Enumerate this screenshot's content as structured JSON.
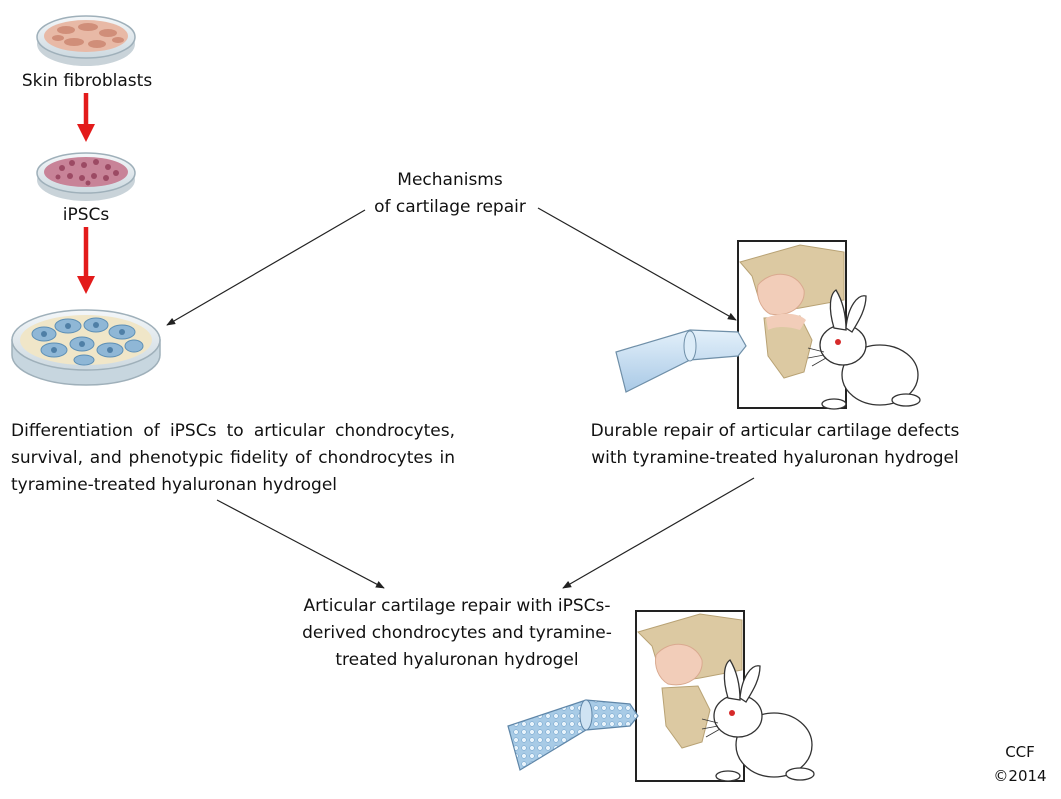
{
  "labels": {
    "skin_fibroblasts": "Skin fibroblasts",
    "ipscs": "iPSCs",
    "mechanisms_line1": "Mechanisms",
    "mechanisms_line2": "of cartilage repair",
    "differentiation_line1": "Differentiation of iPSCs to articular chondrocytes,",
    "differentiation_line2": "survival, and phenotypic fidelity of chondrocytes in",
    "differentiation_line3": "tyramine-treated hyaluronan hydrogel",
    "durable_line1": "Durable repair of articular cartilage defects",
    "durable_line2": "with tyramine-treated hyaluronan hydrogel",
    "result_line1": "Articular cartilage repair with iPSCs-",
    "result_line2": "derived chondrocytes and tyramine-",
    "result_line3": "treated hyaluronan hydrogel",
    "credit_line1": "CCF",
    "credit_line2": "©2014"
  },
  "colors": {
    "flow_arrow": "#e31b1b",
    "connector_arrow": "#222222",
    "dish_rim": "#b9c7cf",
    "fibroblast_cells": "#d9a08e",
    "ipsc_cells": "#b8647a",
    "chondrocyte_cells": "#8fb7d6",
    "bone": "#dcc9a2",
    "cartilage": "#f2cdb9",
    "syringe": "#c7dff2",
    "rabbit_eye": "#d62a2a"
  }
}
